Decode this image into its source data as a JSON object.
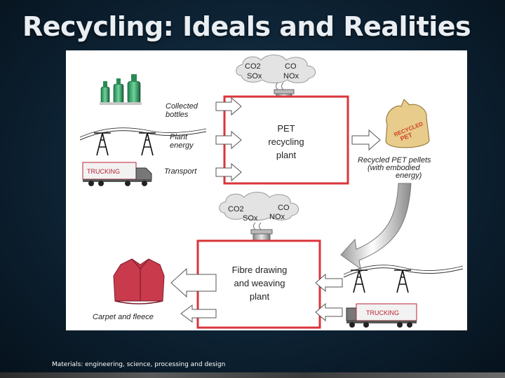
{
  "slide": {
    "title": "Recycling: Ideals and Realities",
    "footer": "Materials: engineering, science, processing and design"
  },
  "diagram": {
    "emissions_top": {
      "co2": "CO2",
      "co": "CO",
      "sox": "SOx",
      "nox": "NOx"
    },
    "emissions_bottom": {
      "co2": "CO2",
      "co": "CO",
      "sox": "SOx",
      "nox": "NOx"
    },
    "pet_plant": {
      "line1": "PET",
      "line2": "recycling",
      "line3": "plant"
    },
    "fibre_plant": {
      "line1": "Fibre drawing",
      "line2": "and weaving",
      "line3": "plant"
    },
    "inputs_top": {
      "bottles_line1": "Collected",
      "bottles_line2": "bottles",
      "energy_line1": "Plant",
      "energy_line2": "energy",
      "transport": "Transport"
    },
    "pellets": {
      "line1": "Recycled PET pellets",
      "line2": "(with embodied",
      "line3": "energy)",
      "bag_line1": "RECYCLED",
      "bag_line2": "PET"
    },
    "output": "Carpet and fleece",
    "truck_label": "TRUCKING",
    "colors": {
      "plant_border": "#d9353b",
      "arrow_fill": "#ffffff",
      "arrow_stroke": "#555555"
    }
  }
}
